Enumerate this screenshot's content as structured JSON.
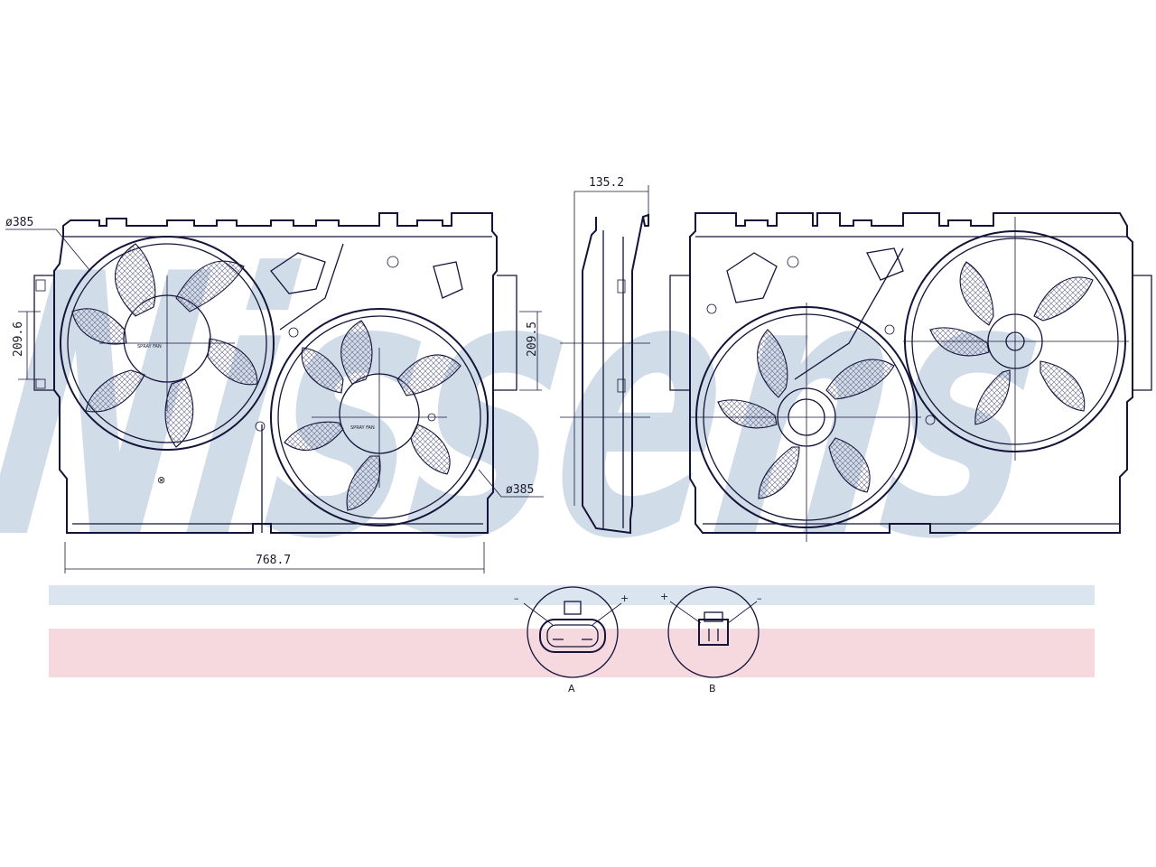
{
  "watermark": "Nissens",
  "dimensions": {
    "fan_diameter_left": "ø385",
    "fan_diameter_right": "ø385",
    "overall_width": "768.7",
    "height_left": "209.6",
    "height_right": "209.5",
    "depth": "135.2"
  },
  "connectors": [
    {
      "id": "A",
      "minus": "–",
      "plus": "+"
    },
    {
      "id": "B",
      "minus": "–",
      "plus": "+"
    }
  ],
  "colors": {
    "line": "#14143a",
    "watermark": "#c9d6e6",
    "band_blue": "#dbe5f0",
    "band_red": "#f6d9df"
  }
}
